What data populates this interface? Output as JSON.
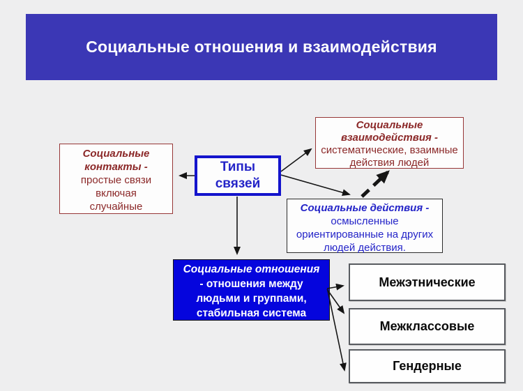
{
  "slide": {
    "title": "Социальные отношения и взаимодействия"
  },
  "colors": {
    "banner_bg": "#3b37b5",
    "accent_blue_text": "#2424c8",
    "relations_bg": "#0505dd",
    "dark_red": "#8b2828",
    "arrow": "#151515"
  },
  "boxes": {
    "contacts": {
      "heading": [
        "Социальные",
        "контакты -"
      ],
      "body": [
        "простые связи",
        "включая",
        "случайные"
      ]
    },
    "types": {
      "label": [
        "Типы",
        "связей"
      ]
    },
    "interactions": {
      "heading": [
        "Социальные",
        "взаимодействия -"
      ],
      "body": [
        "систематические, взаимные",
        "действия людей"
      ]
    },
    "actions": {
      "heading": "Социальные действия -",
      "body": [
        "осмысленные",
        "ориентированные на других",
        "людей действия."
      ]
    },
    "relations": {
      "heading": "Социальные отношения",
      "body": [
        "- отношения между",
        "людьми и группами,",
        "стабильная система"
      ]
    },
    "categories": [
      {
        "label": "Межэтнические"
      },
      {
        "label": "Межклассовые"
      },
      {
        "label": "Гендерные"
      }
    ]
  }
}
